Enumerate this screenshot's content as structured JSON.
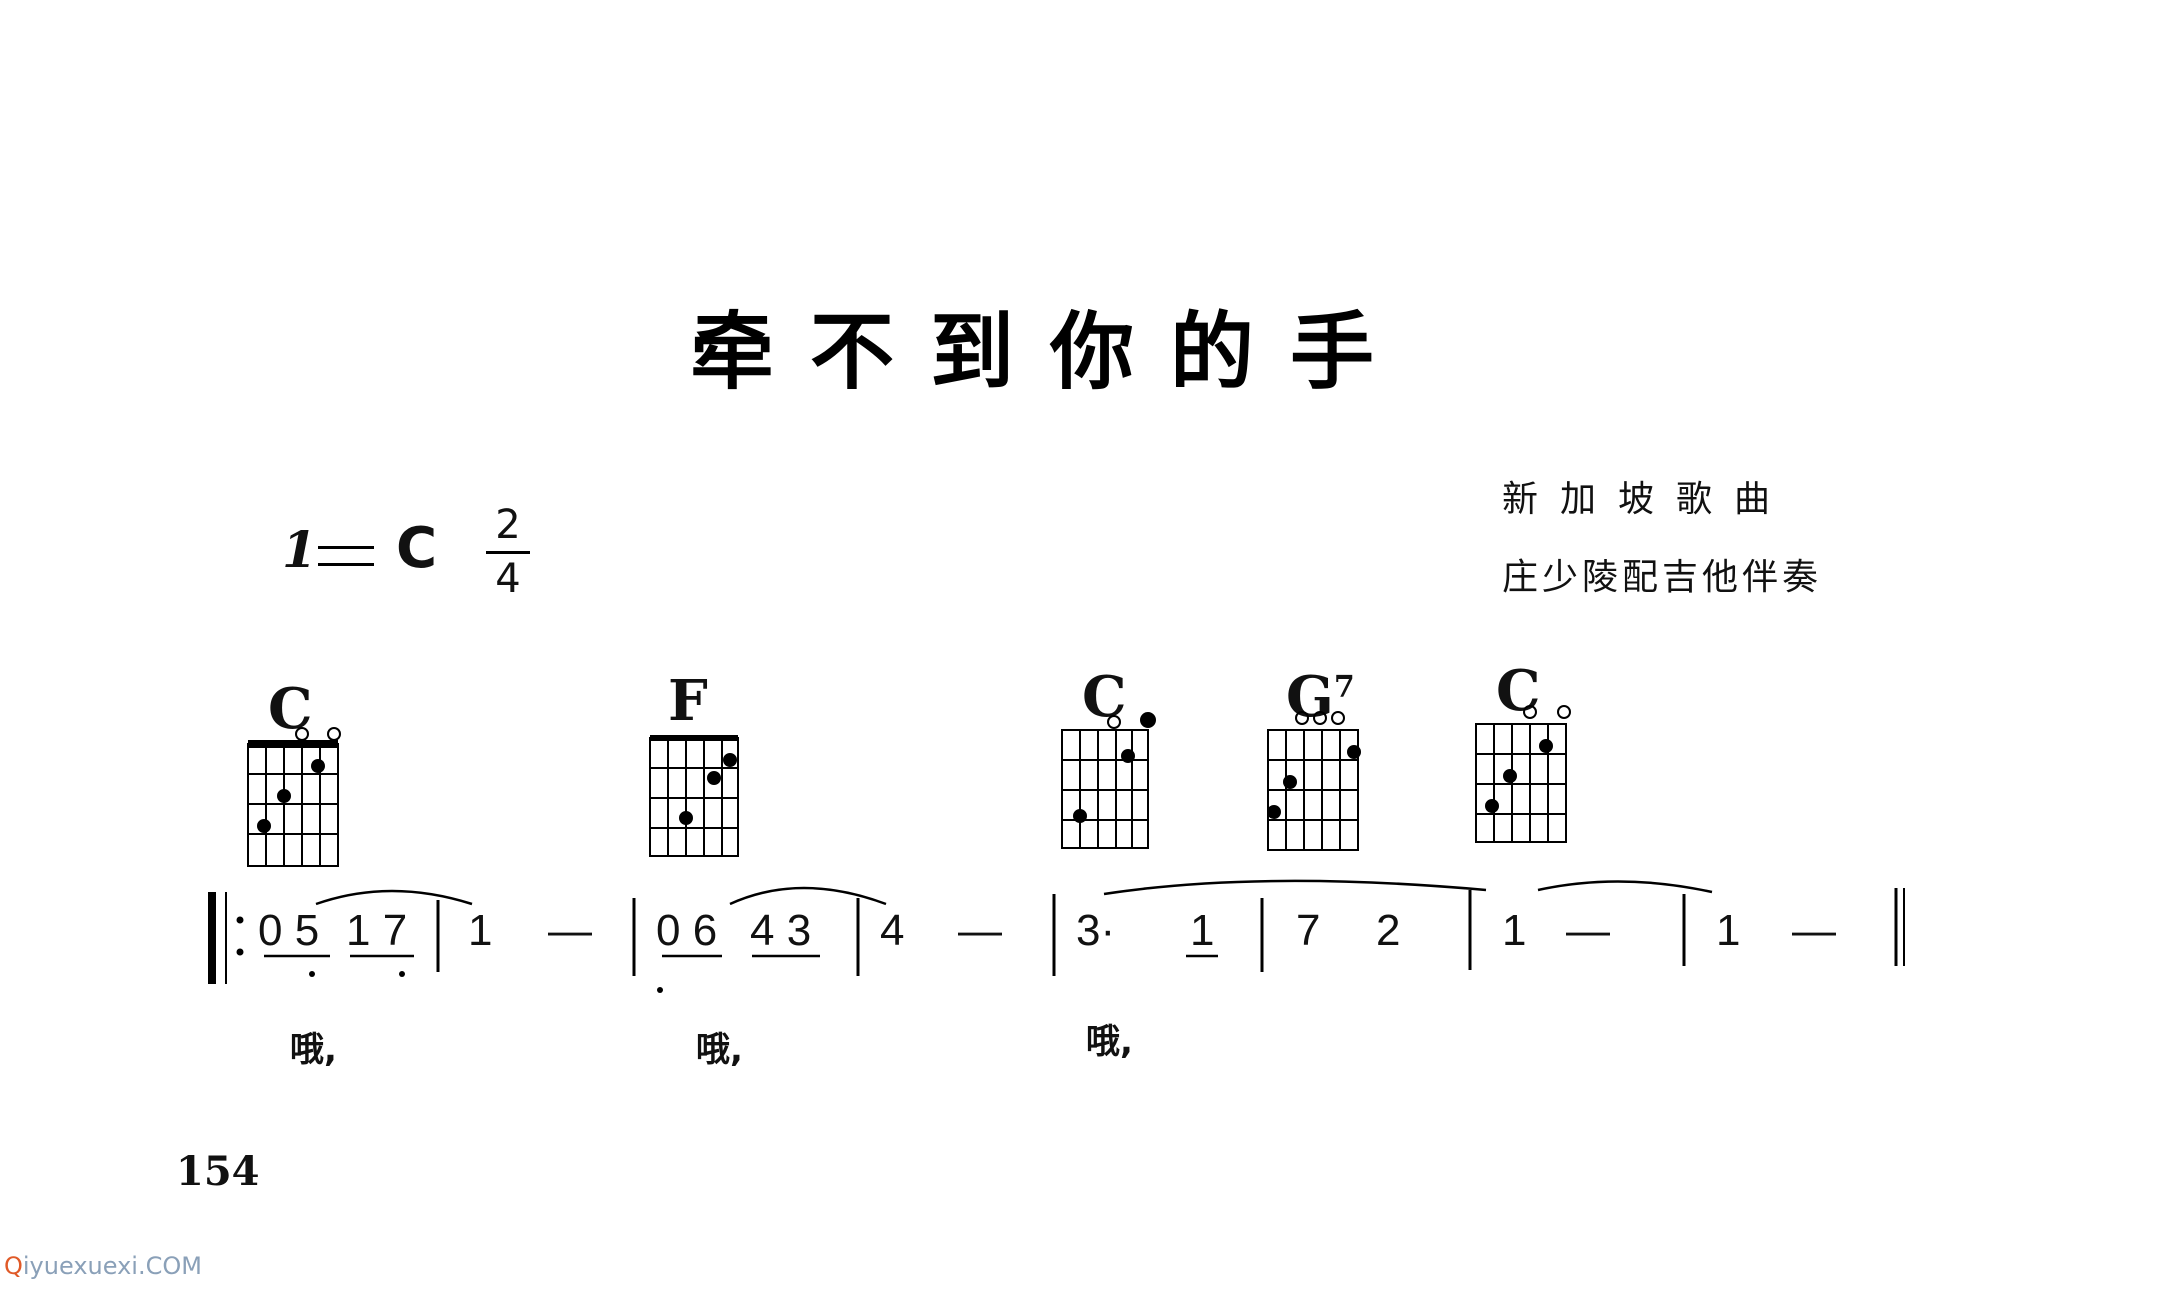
{
  "title": "牵不到你的手",
  "credits": {
    "origin": "新加坡歌曲",
    "arranger": "庄少陵配吉他伴奏"
  },
  "key": {
    "symbol": "1",
    "tonic": "C",
    "time_numerator": "2",
    "time_denominator": "4"
  },
  "chords": [
    {
      "name": "C",
      "sup": ""
    },
    {
      "name": "F",
      "sup": ""
    },
    {
      "name": "C",
      "sup": ""
    },
    {
      "name": "G",
      "sup": "7"
    },
    {
      "name": "C",
      "sup": ""
    }
  ],
  "measures": [
    {
      "notes": [
        "0 5",
        "1 7"
      ]
    },
    {
      "notes": [
        "1",
        "—"
      ]
    },
    {
      "notes": [
        "0 6",
        "4 3"
      ]
    },
    {
      "notes": [
        "4",
        "—"
      ]
    },
    {
      "notes": [
        "3·",
        "1"
      ]
    },
    {
      "notes": [
        "7",
        "2"
      ]
    },
    {
      "notes": [
        "1",
        "—"
      ]
    },
    {
      "notes": [
        "1",
        "—"
      ]
    }
  ],
  "lyrics": [
    "哦,",
    "哦,",
    "哦,"
  ],
  "page_number": "154",
  "watermark": {
    "q": "Q",
    "rest": "iyuexuexi.COM"
  }
}
